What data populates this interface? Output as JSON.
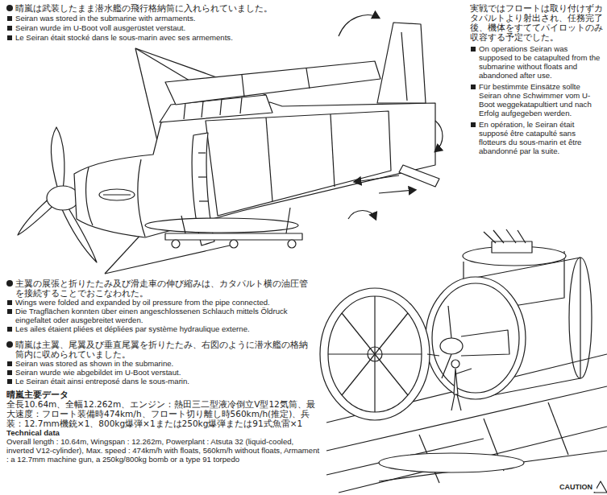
{
  "diagram": {
    "labels": [
      "晴嵐は武装したまま潜水艦の飛行格納筒に入れられていました。",
      "Seiran was stored in the submarine with armaments.",
      "Seiran wurde im U-Boot voll ausgerüstet verstaut.",
      "Le Seiran était stocké dans le sous-marin avec ses armements.",
      "実戦ではフロートは取り付けずカタパルトより射出され、任務完了後、機体をすててパイロットのみ収容する予定でした。",
      "On operations Seiran was supposed to be catapulted from the submarine without floats and abandoned after use.",
      "Für bestimmte Einsätze sollte Seiran ohne Schwimmer vom U-Boot weggekatapultiert und nach Erfolg aufgegeben werden.",
      "En opération, le Seiran était supposé être catapulté sans flotteurs du sous-marin et être abandonné par la suite.",
      "主翼の展張と折りたたみ及び滑走車の伸び縮みは、カタパルト横の油圧管を接続することでおこなわれた。",
      "Wings were folded and expanded by oil pressure from the pipe connected.",
      "Die Tragflächen konnten über einen angeschlossenen Schlauch mittels Öldruck eingefaltet oder ausgebreitet werden.",
      "Les ailes étaient pliées et dépliées par système hydraulique externe.",
      "晴嵐は主翼、尾翼及び垂直尾翼を折りたたみ、右図のように潜水艦の格納筒内に収められていました。",
      "Seiran was stored as shown in the submarine.",
      "Seiran wurde wie abgebildet im U-Boot verstaut.",
      "Le Seiran était ainsi entreposé dans le sous-marin.",
      "晴嵐主要データ",
      "全長10.64m、全幅12.262m、エンジン：熱田三二型液冷倒立V型12気筒、最大速度：フロート装備時474km/h、フロート切り離し時560km/h(推定)、兵装：12.7mm機銃×1、800kg爆弾×1または250kg爆弾または91式魚雷×1",
      "Technical data",
      "Overall length : 10.64m, Wingspan : 12.262m, Powerplant : Atsuta 32 (liquid-cooled, inverted V12-cylinder), Max. speed : 474km/h with floats, 560km/h without floats, Armament : a 12.7mm machine gun, a 250kg/800kg bomb or a type 91 torpedo",
      "CAUTION"
    ]
  }
}
